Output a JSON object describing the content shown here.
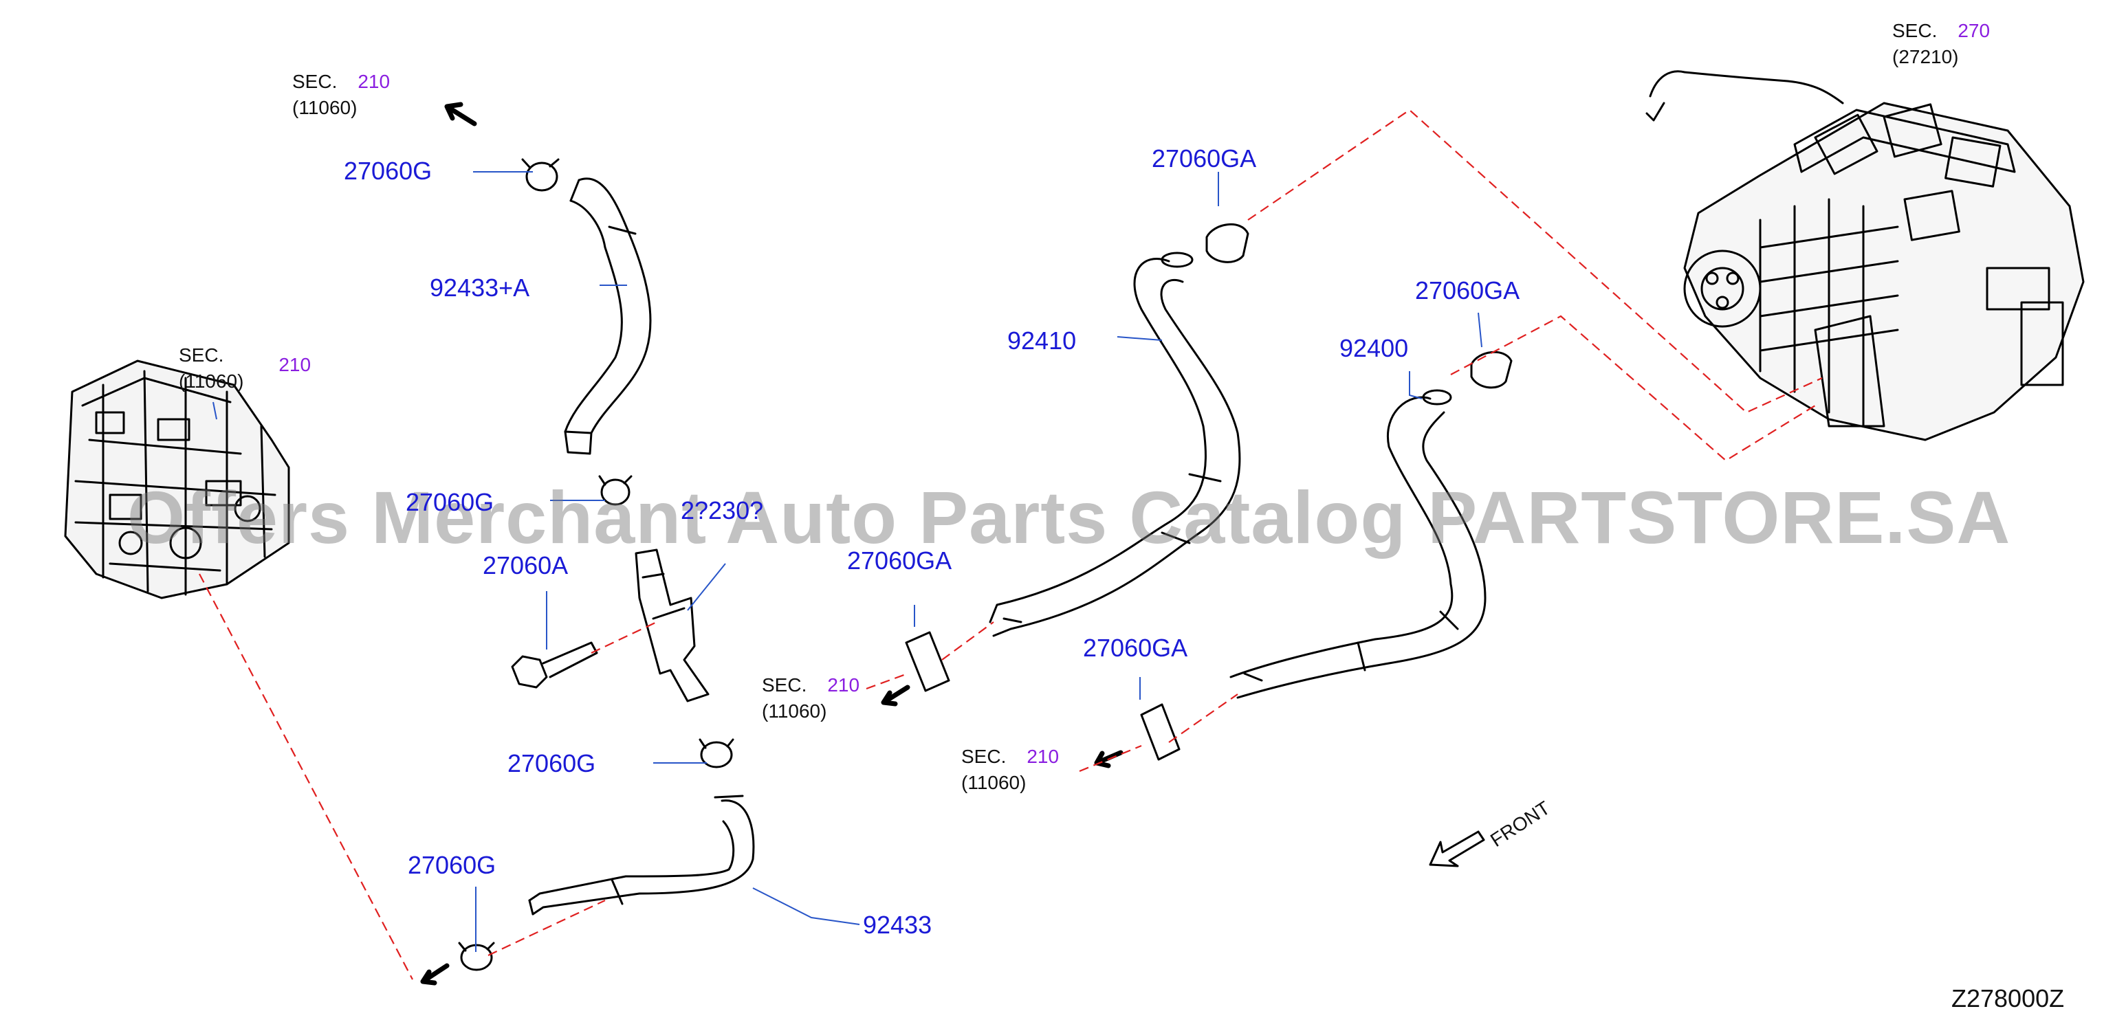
{
  "diagram": {
    "reference_code": "Z278000Z",
    "front_label": "FRONT",
    "watermark": "Offers Merchant Auto Parts Catalog PARTSTORE.SA"
  },
  "sec_refs": [
    {
      "sec": "SEC.",
      "num": "210",
      "sub": "(11060)"
    },
    {
      "sec": "SEC.",
      "num": "210",
      "sub": "(11060)"
    },
    {
      "sec": "SEC.",
      "num": "210",
      "sub": "(11060)"
    },
    {
      "sec": "SEC.",
      "num": "210",
      "sub": "(11060)"
    },
    {
      "sec": "SEC.",
      "num": "270",
      "sub": "(27210)"
    }
  ],
  "parts": [
    {
      "label": "27060G"
    },
    {
      "label": "92433+A"
    },
    {
      "label": "27060G"
    },
    {
      "label": "2?230?"
    },
    {
      "label": "27060A"
    },
    {
      "label": "27060G"
    },
    {
      "label": "27060G"
    },
    {
      "label": "92433"
    },
    {
      "label": "27060GA"
    },
    {
      "label": "92410"
    },
    {
      "label": "27060GA"
    },
    {
      "label": "27060GA"
    },
    {
      "label": "92400"
    },
    {
      "label": "27060GA"
    }
  ]
}
